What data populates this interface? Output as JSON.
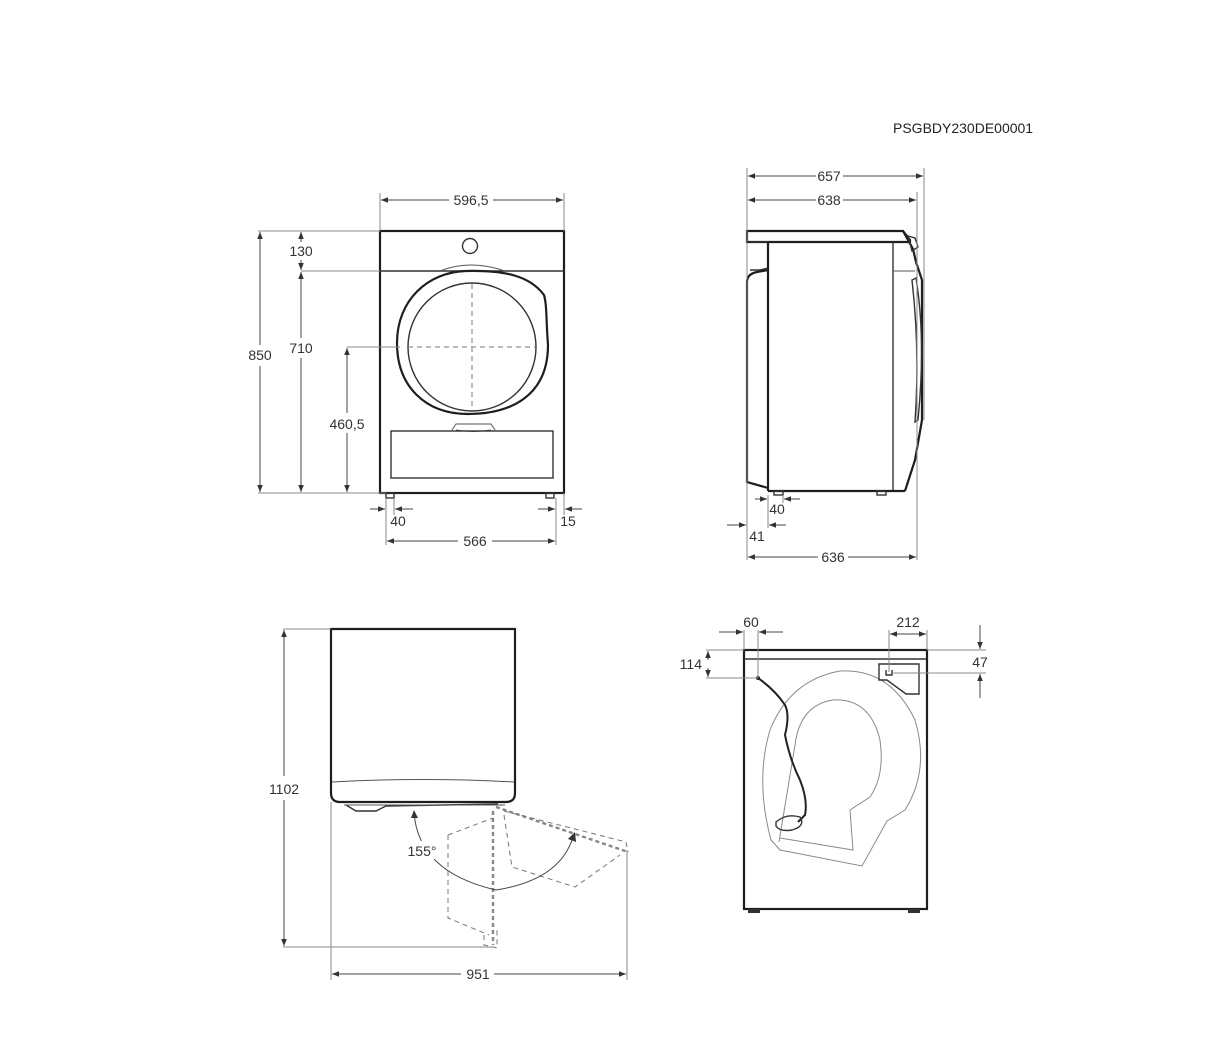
{
  "document": {
    "code": "PSGBDY230DE00001"
  },
  "front_view": {
    "width": "596,5",
    "total_height": "850",
    "top_panel_height": "130",
    "door_bottom_to_panel": "710",
    "door_center_height": "460,5",
    "left_foot_offset": "40",
    "right_foot_offset": "15",
    "feet_span": "566"
  },
  "side_view": {
    "depth_with_door": "657",
    "depth_top": "638",
    "depth_body": "636",
    "rear_foot_offset": "40",
    "rear_overhang": "41"
  },
  "door_open_view": {
    "total_depth_door_open": "1102",
    "total_width_door_open": "951",
    "door_opening_angle": "155°"
  },
  "rear_view": {
    "cable_offset_side": "60",
    "cable_offset_top": "114",
    "drain_offset_side": "212",
    "drain_offset_top": "47"
  },
  "colors": {
    "line": "#1e1e1e",
    "text": "#333333",
    "background": "#ffffff"
  }
}
